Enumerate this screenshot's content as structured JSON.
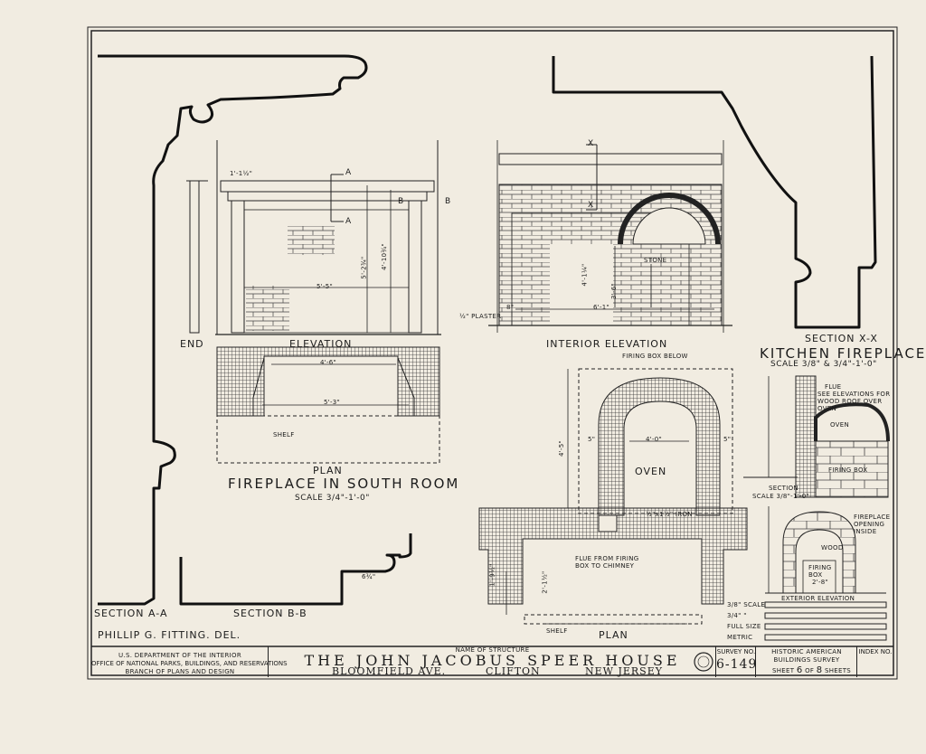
{
  "drawing": {
    "section_aa_label": "SECTION A-A",
    "section_bb_label": "SECTION B-B",
    "section_xx_label": "SECTION X-X",
    "delineator": "PHILLIP G. FITTING. DEL.",
    "south_room": {
      "end_label": "END",
      "elevation_label": "ELEVATION",
      "plan_label": "PLAN",
      "title": "FIREPLACE IN SOUTH ROOM",
      "scale": "SCALE 3/4\"-1'-0\"",
      "dims": {
        "d1": "1'-1½\"",
        "d2": "5'-5\"",
        "d3": "4'-10¾\"",
        "d4": "5'-2¾\"",
        "d5": "4'-6\"",
        "d6": "5'-3\"",
        "d7": "6¾\"",
        "shelf": "SHELF"
      },
      "section_marks": {
        "a": "A",
        "b": "B"
      }
    },
    "kitchen": {
      "interior_elevation_label": "INTERIOR ELEVATION",
      "title": "KITCHEN FIREPLACE",
      "scale": "SCALE 3/8\" & 3/4\"-1'-0\"",
      "plaster_note": "½\" PLASTER",
      "stone_note": "STONE",
      "oven_label": "OVEN",
      "plan_label": "PLAN",
      "firing_box_below": "FIRING BOX BELOW",
      "iron_note": "½\"x1½\" IRON",
      "flue_note": "FLUE FROM FIRING BOX TO CHIMNEY",
      "shelf": "SHELF",
      "dims": {
        "d1": "6'-1\"",
        "d2": "4'-1¼\"",
        "d3": "3'-6\"",
        "d4": "4'-0\"",
        "d5": "4'-5\"",
        "d6": "5\"",
        "d7": "8\"",
        "d8": "2'-1½\"",
        "d9": "1'-9½\""
      },
      "section_mark": "X",
      "section_label": "SECTION",
      "section_scale": "SCALE 3/8\"-1'-0\"",
      "section_notes": {
        "flue": "FLUE",
        "see": "SEE ELEVATIONS FOR WOOD ROOF OVER OVEN",
        "oven": "OVEN",
        "firing_box": "FIRING BOX"
      },
      "exterior_elevation_label": "EXTERIOR ELEVATION",
      "exterior_notes": {
        "fireplace_opening": "FIREPLACE OPENING INSIDE",
        "wood": "WOOD",
        "firing_box": "FIRING BOX",
        "dim": "2'-8\""
      }
    },
    "scales": {
      "s1": "3/8\" SCALE",
      "s2": "3/4\" \"",
      "s3": "FULL SIZE",
      "s4": "METRIC"
    }
  },
  "title_block": {
    "agency_line1": "U.S. DEPARTMENT OF THE INTERIOR",
    "agency_line2": "OFFICE OF NATIONAL PARKS, BUILDINGS, AND RESERVATIONS",
    "agency_line3": "BRANCH OF PLANS AND DESIGN",
    "name_caption": "NAME OF STRUCTURE",
    "structure_name": "THE JOHN JACOBUS SPEER HOUSE",
    "street": "BLOOMFIELD AVE.",
    "city": "CLIFTON",
    "state": "NEW JERSEY",
    "survey_caption": "SURVEY NO.",
    "survey_no": "6-149",
    "habs_line1": "HISTORIC AMERICAN",
    "habs_line2": "BUILDINGS SURVEY",
    "sheet_prefix": "SHEET",
    "sheet_no": "6",
    "sheet_of": "OF",
    "sheet_total": "8",
    "sheet_suffix": "SHEETS",
    "index_caption": "INDEX NO."
  }
}
